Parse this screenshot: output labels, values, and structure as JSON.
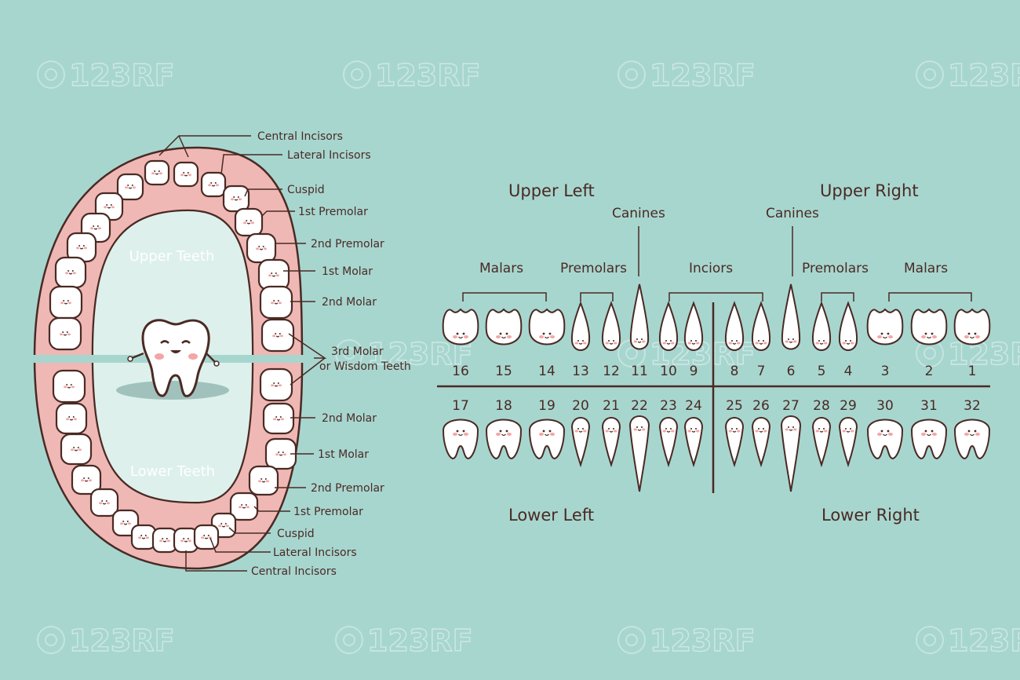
{
  "watermark": "123RF",
  "colors": {
    "background": "#a7d6cf",
    "gum": "#efb8b4",
    "outline": "#4a2a24",
    "tooth": "#ffffff",
    "blush": "#f4a5a5"
  },
  "arch": {
    "upper_teeth_label": "Upper Teeth",
    "lower_teeth_label": "Lower Teeth",
    "upper_labels": [
      "Central Incisors",
      "Lateral Incisors",
      "Cuspid",
      "1st Premolar",
      "2nd Premolar",
      "1st Molar",
      "2nd Molar"
    ],
    "wisdom_label_line1": "3rd Molar",
    "wisdom_label_line2": "or Wisdom Teeth",
    "lower_labels": [
      "2nd Molar",
      "1st Molar",
      "2nd Premolar",
      "1st Premolar",
      "Cuspid",
      "Lateral Incisors",
      "Central Incisors"
    ]
  },
  "chart": {
    "upper_left": "Upper Left",
    "upper_right": "Upper Right",
    "lower_left": "Lower Left",
    "lower_right": "Lower Right",
    "groups": {
      "malars_left": "Malars",
      "premolars_left": "Premolars",
      "canines_left": "Canines",
      "inciors": "Inciors",
      "canines_right": "Canines",
      "premolars_right": "Premolars",
      "malars_right": "Malars"
    },
    "upper_numbers": [
      "16",
      "15",
      "14",
      "13",
      "12",
      "11",
      "10",
      "9",
      "8",
      "7",
      "6",
      "5",
      "4",
      "3",
      "2",
      "1"
    ],
    "lower_numbers": [
      "17",
      "18",
      "19",
      "20",
      "21",
      "22",
      "23",
      "24",
      "25",
      "26",
      "27",
      "28",
      "29",
      "30",
      "31",
      "32"
    ]
  }
}
